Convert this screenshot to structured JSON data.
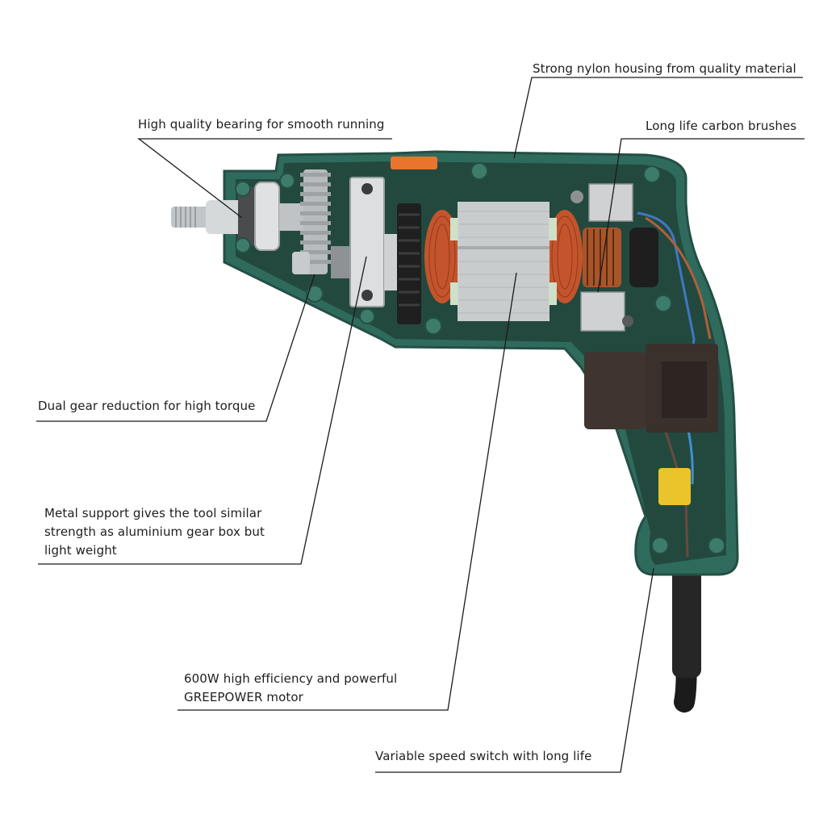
{
  "diagram": {
    "subject": "Cutaway of an electric drill",
    "callouts": [
      {
        "id": "housing",
        "text": "Strong nylon housing from quality material"
      },
      {
        "id": "bearing",
        "text": "High quality bearing for smooth running"
      },
      {
        "id": "brushes",
        "text": "Long life carbon brushes"
      },
      {
        "id": "gear",
        "text": "Dual gear reduction for high torque"
      },
      {
        "id": "support",
        "lines": [
          "Metal support gives the tool similar",
          "strength as aluminium gear box but",
          "light weight"
        ]
      },
      {
        "id": "motor",
        "lines": [
          "600W high efficiency and powerful",
          "GREEPOWER motor"
        ]
      },
      {
        "id": "switch",
        "text": "Variable speed switch with long life"
      }
    ],
    "colors": {
      "housing": "#2f6b5c",
      "housing_inner": "#23493f",
      "copper": "#c4542c",
      "steel": "#c9cccd",
      "switch": "#3f3430",
      "capacitor": "#e9c42a",
      "trigger_lock": "#e8742e",
      "leader_line": "#1a1a1a"
    }
  }
}
